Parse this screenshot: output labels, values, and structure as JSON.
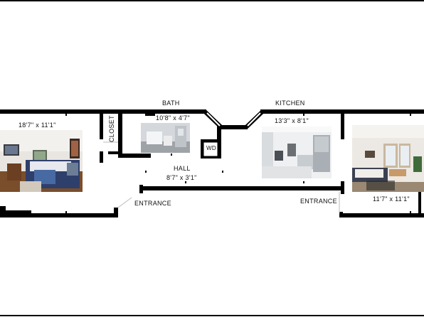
{
  "rooms": {
    "bedroom": {
      "dimensions": "18'7\" x 11'1\""
    },
    "bath": {
      "name": "BATH",
      "dimensions": "10'8\" x 4'7\""
    },
    "kitchen": {
      "name": "KITCHEN",
      "dimensions": "13'3\" x 8'1\""
    },
    "living": {
      "dimensions": "11'7\" x 11'1\""
    },
    "hall": {
      "name": "HALL",
      "dimensions": "8'7\" x 3'1\""
    },
    "closet": {
      "name": "CLOSET"
    },
    "washer_dryer": {
      "name": "WD"
    }
  },
  "entrances": {
    "left": "ENTRANCE",
    "right": "ENTRANCE"
  },
  "colors": {
    "wall": "#000000",
    "background": "#ffffff"
  }
}
